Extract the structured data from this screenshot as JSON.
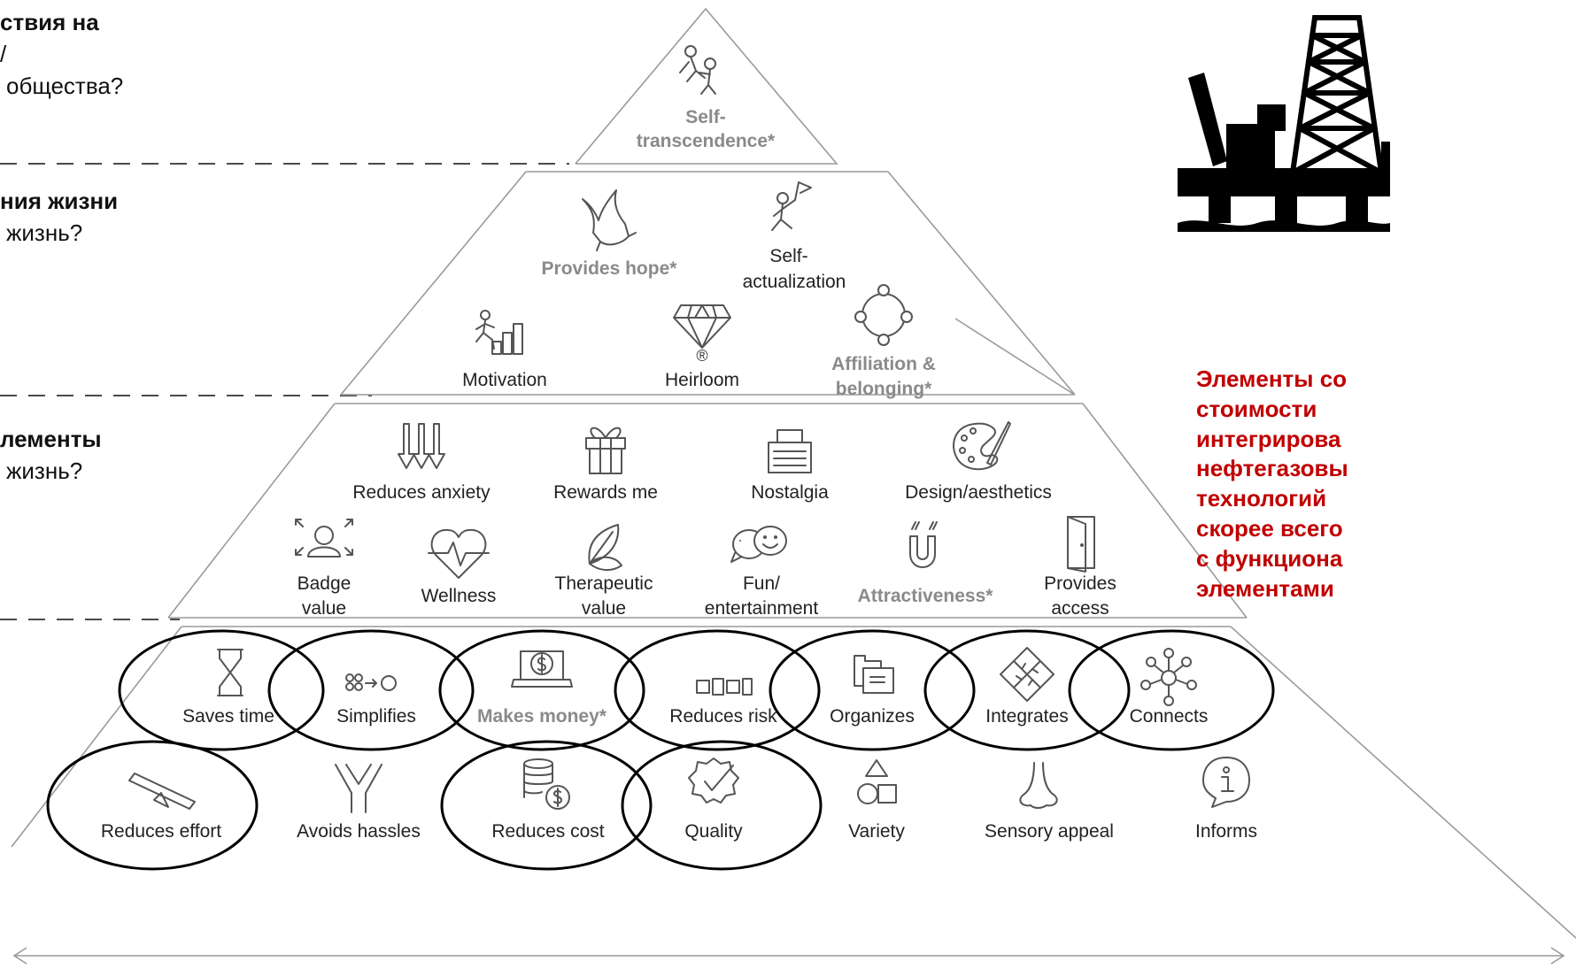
{
  "left_notes": [
    {
      "title": "ствия на",
      "line2": "/",
      "line3": "общества?"
    },
    {
      "title": "ния жизни",
      "line2": "жизнь?"
    },
    {
      "title": "лементы",
      "line2": "жизнь?"
    }
  ],
  "pyramid": {
    "social_impact": {
      "label_line1": "Self-",
      "label_line2": "transcendence*"
    },
    "life_changing": {
      "provides_hope": "Provides hope*",
      "self_actualization_1": "Self-",
      "self_actualization_2": "actualization",
      "motivation": "Motivation",
      "heirloom": "Heirloom",
      "affiliation_1": "Affiliation &",
      "affiliation_2": "belonging*"
    },
    "emotional": {
      "reduces_anxiety": "Reduces anxiety",
      "rewards_me": "Rewards me",
      "nostalgia": "Nostalgia",
      "design_aesthetics": "Design/aesthetics",
      "badge_value_1": "Badge",
      "badge_value_2": "value",
      "wellness": "Wellness",
      "therapeutic_1": "Therapeutic",
      "therapeutic_2": "value",
      "fun_1": "Fun/",
      "fun_2": "entertainment",
      "attractiveness": "Attractiveness*",
      "provides_access_1": "Provides",
      "provides_access_2": "access"
    },
    "functional": {
      "saves_time": "Saves time",
      "simplifies": "Simplifies",
      "makes_money": "Makes money*",
      "reduces_risk": "Reduces risk",
      "organizes": "Organizes",
      "integrates": "Integrates",
      "connects": "Connects",
      "reduces_effort": "Reduces effort",
      "avoids_hassles": "Avoids hassles",
      "reduces_cost": "Reduces cost",
      "quality": "Quality",
      "variety": "Variety",
      "sensory_appeal": "Sensory appeal",
      "informs": "Informs"
    },
    "heirloom_mark": "®"
  },
  "icon": {
    "name": "oil-platform-icon"
  },
  "red_note": [
    "Элементы со",
    "стоимости",
    "интегрирова",
    "нефтегазовы",
    "технологий",
    "скорее всего",
    "с функциона",
    "элементами"
  ],
  "colors": {
    "note": "#c00000",
    "pyramid_lines": "#9a9a9a",
    "icons": "#555555",
    "highlight_ellipses": "#000000"
  }
}
